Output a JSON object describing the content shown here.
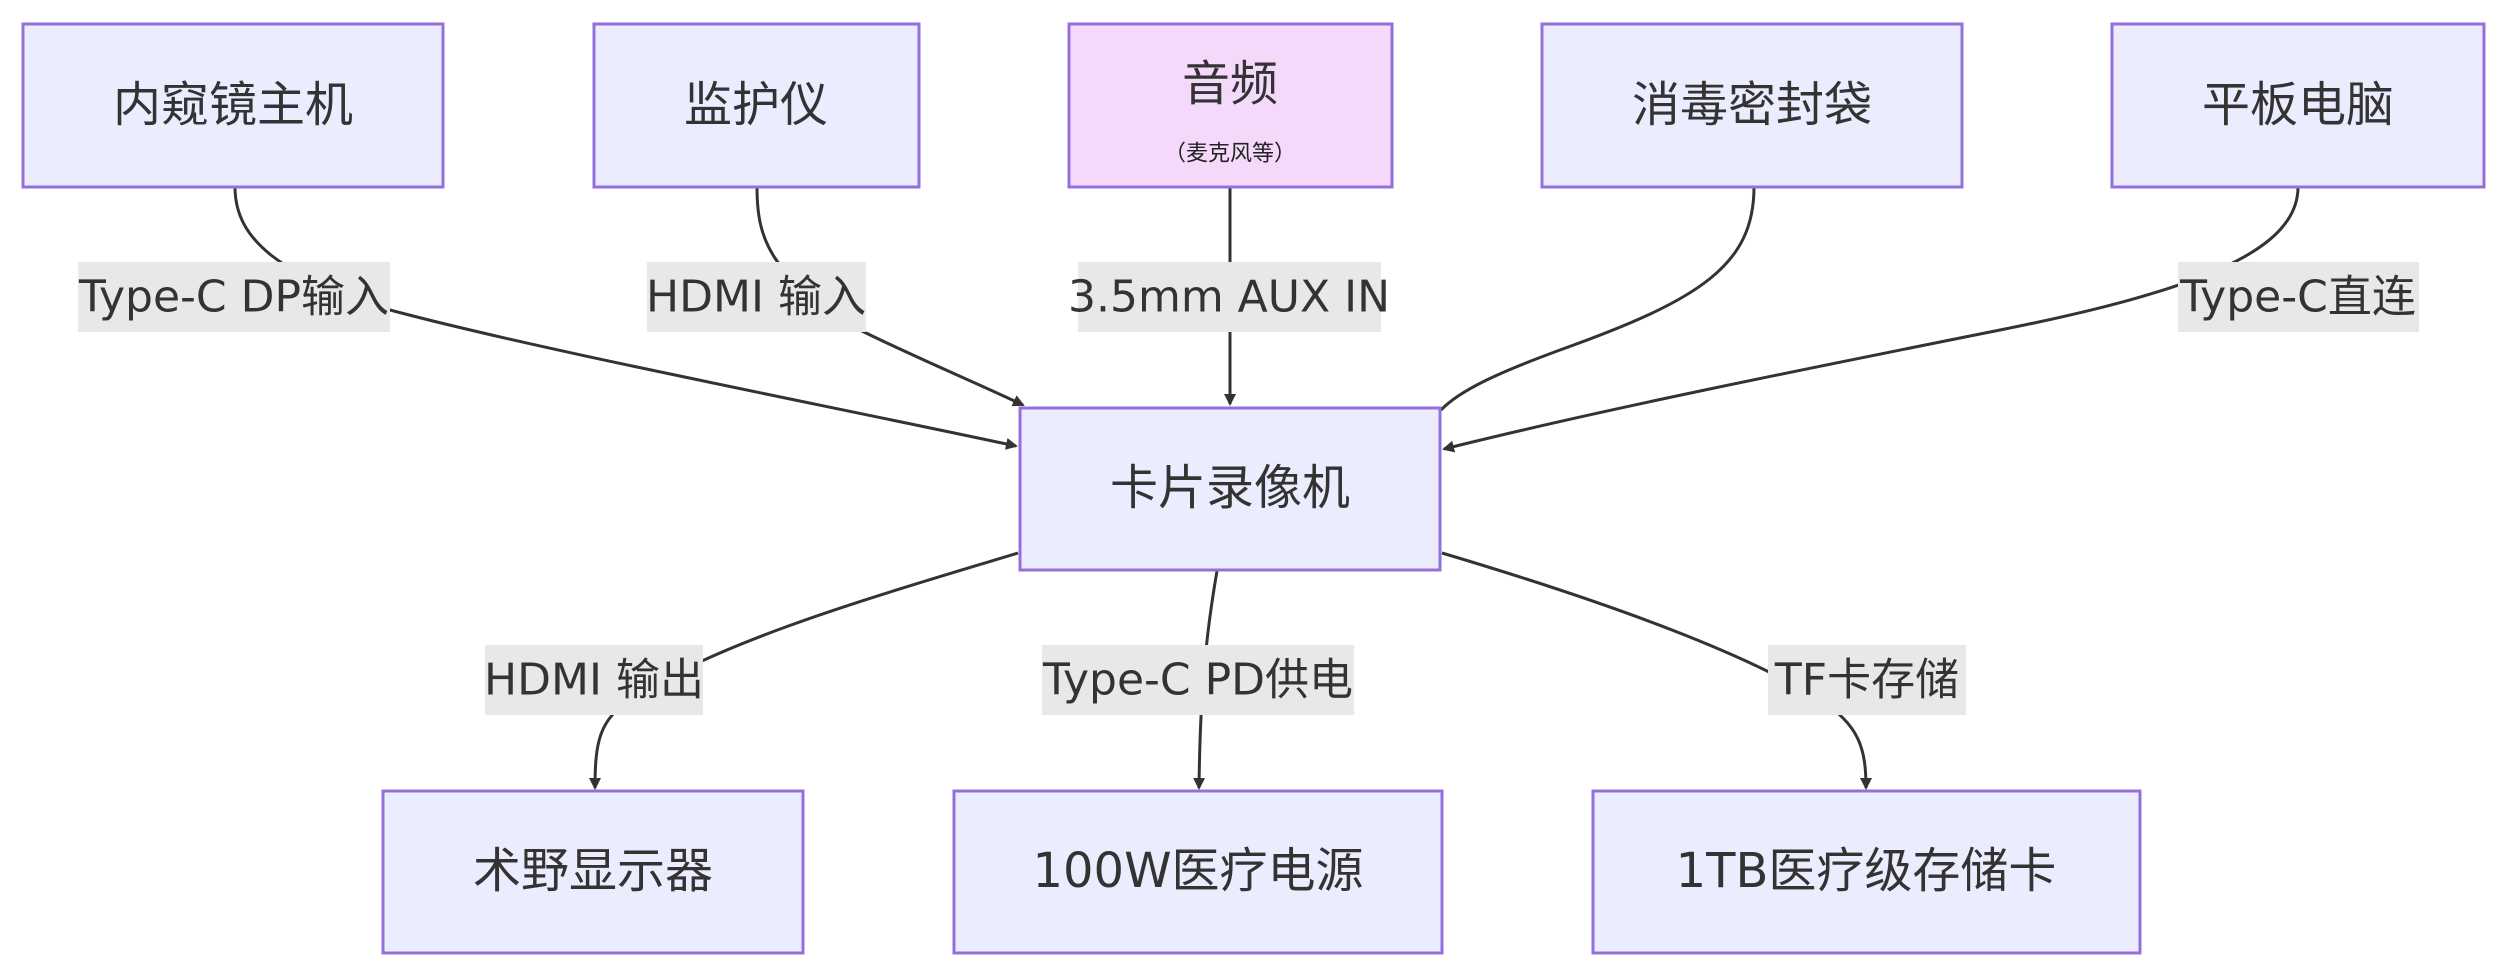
{
  "nodes": {
    "endoscope": "内窥镜主机",
    "monitor": "监护仪",
    "audio": "音频",
    "audio_sub": "（麦克风等）",
    "sterile_bag": "消毒密封袋",
    "tablet": "平板电脑",
    "recorder": "卡片录像机",
    "display": "术野显示器",
    "power": "100W医疗电源",
    "storage": "1TB医疗级存储卡"
  },
  "edges": {
    "endoscope_recorder": "Type-C DP输入",
    "monitor_recorder": "HDMI 输入",
    "audio_recorder": "3.5mm AUX IN",
    "tablet_recorder": "Type-C直连",
    "recorder_display": "HDMI 输出",
    "recorder_power": "Type-C PD供电",
    "recorder_storage": "TF卡存储"
  },
  "colors": {
    "node_fill": "#ECECFF",
    "node_stroke": "#9370DB",
    "audio_fill": "#F5D9FA",
    "edge_stroke": "#333333",
    "label_bg": "#E8E8E8"
  }
}
